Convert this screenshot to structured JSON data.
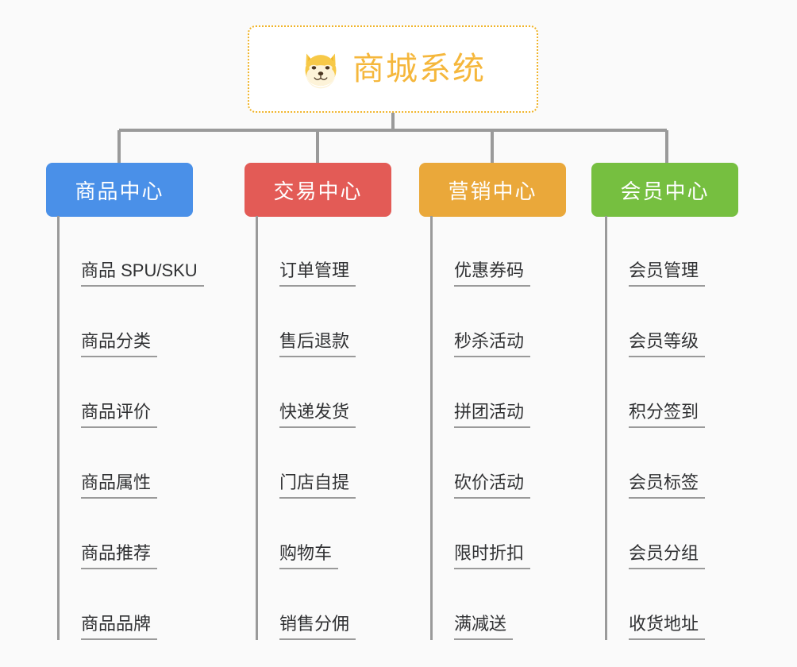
{
  "background_color": "#fafafa",
  "line_color": "#9a9a9a",
  "root": {
    "title": "商城系统",
    "icon": "shiba-dog-icon",
    "title_color": "#f5b73c",
    "border_color": "#f0b429"
  },
  "columns": [
    {
      "key": "product-center",
      "label": "商品中心",
      "color": "#4a90e8",
      "items": [
        "商品 SPU/SKU",
        "商品分类",
        "商品评价",
        "商品属性",
        "商品推荐",
        "商品品牌"
      ]
    },
    {
      "key": "trade-center",
      "label": "交易中心",
      "color": "#e35b56",
      "items": [
        "订单管理",
        "售后退款",
        "快递发货",
        "门店自提",
        "购物车",
        "销售分佣"
      ]
    },
    {
      "key": "marketing-center",
      "label": "营销中心",
      "color": "#eaa83a",
      "items": [
        "优惠券码",
        "秒杀活动",
        "拼团活动",
        "砍价活动",
        "限时折扣",
        "满减送"
      ]
    },
    {
      "key": "member-center",
      "label": "会员中心",
      "color": "#76bf40",
      "items": [
        "会员管理",
        "会员等级",
        "积分签到",
        "会员标签",
        "会员分组",
        "收货地址"
      ]
    }
  ]
}
